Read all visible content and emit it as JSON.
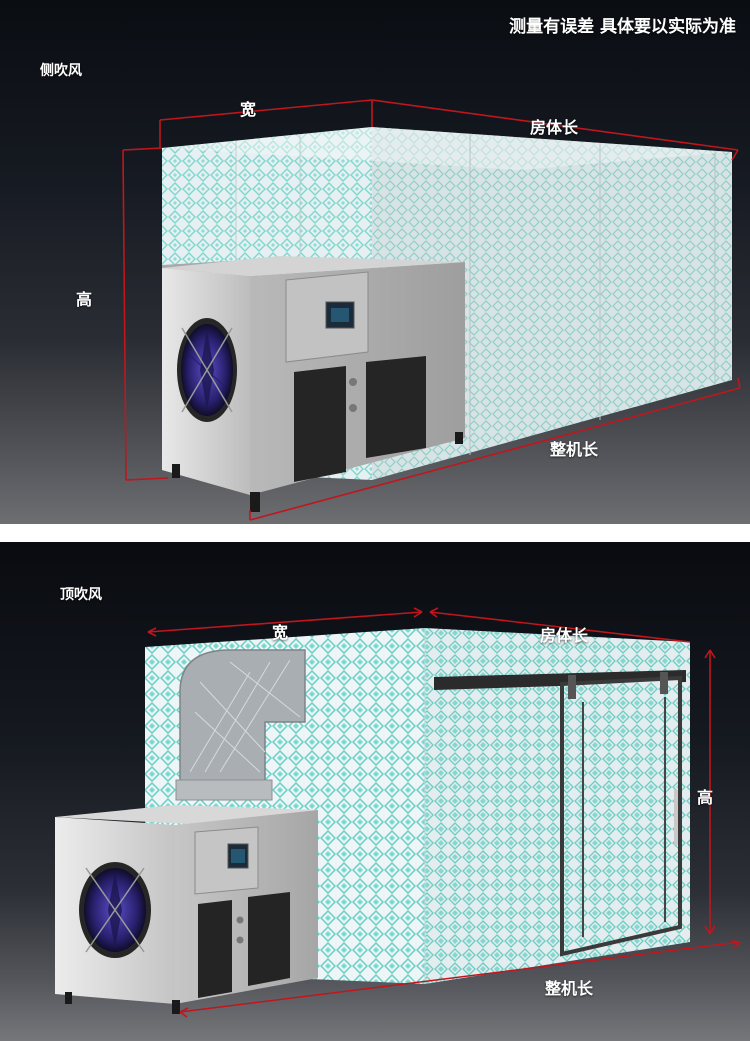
{
  "note": "测量有误差 具体要以实际为准",
  "side_section": {
    "title": "侧吹风",
    "dimensions": {
      "width": "宽",
      "room_length": "房体长",
      "height": "高",
      "total_length": "整机长"
    }
  },
  "top_section": {
    "title": "顶吹风",
    "dimensions": {
      "width": "宽",
      "room_length": "房体长",
      "height": "高",
      "total_length": "整机长"
    }
  },
  "colors": {
    "dimension_line": "#c0161d",
    "panel_base": "#eaf2f4",
    "panel_pattern": "#66d0c6",
    "unit_body": "#c9c9c9",
    "fan_blade": "#3b2f8f"
  }
}
